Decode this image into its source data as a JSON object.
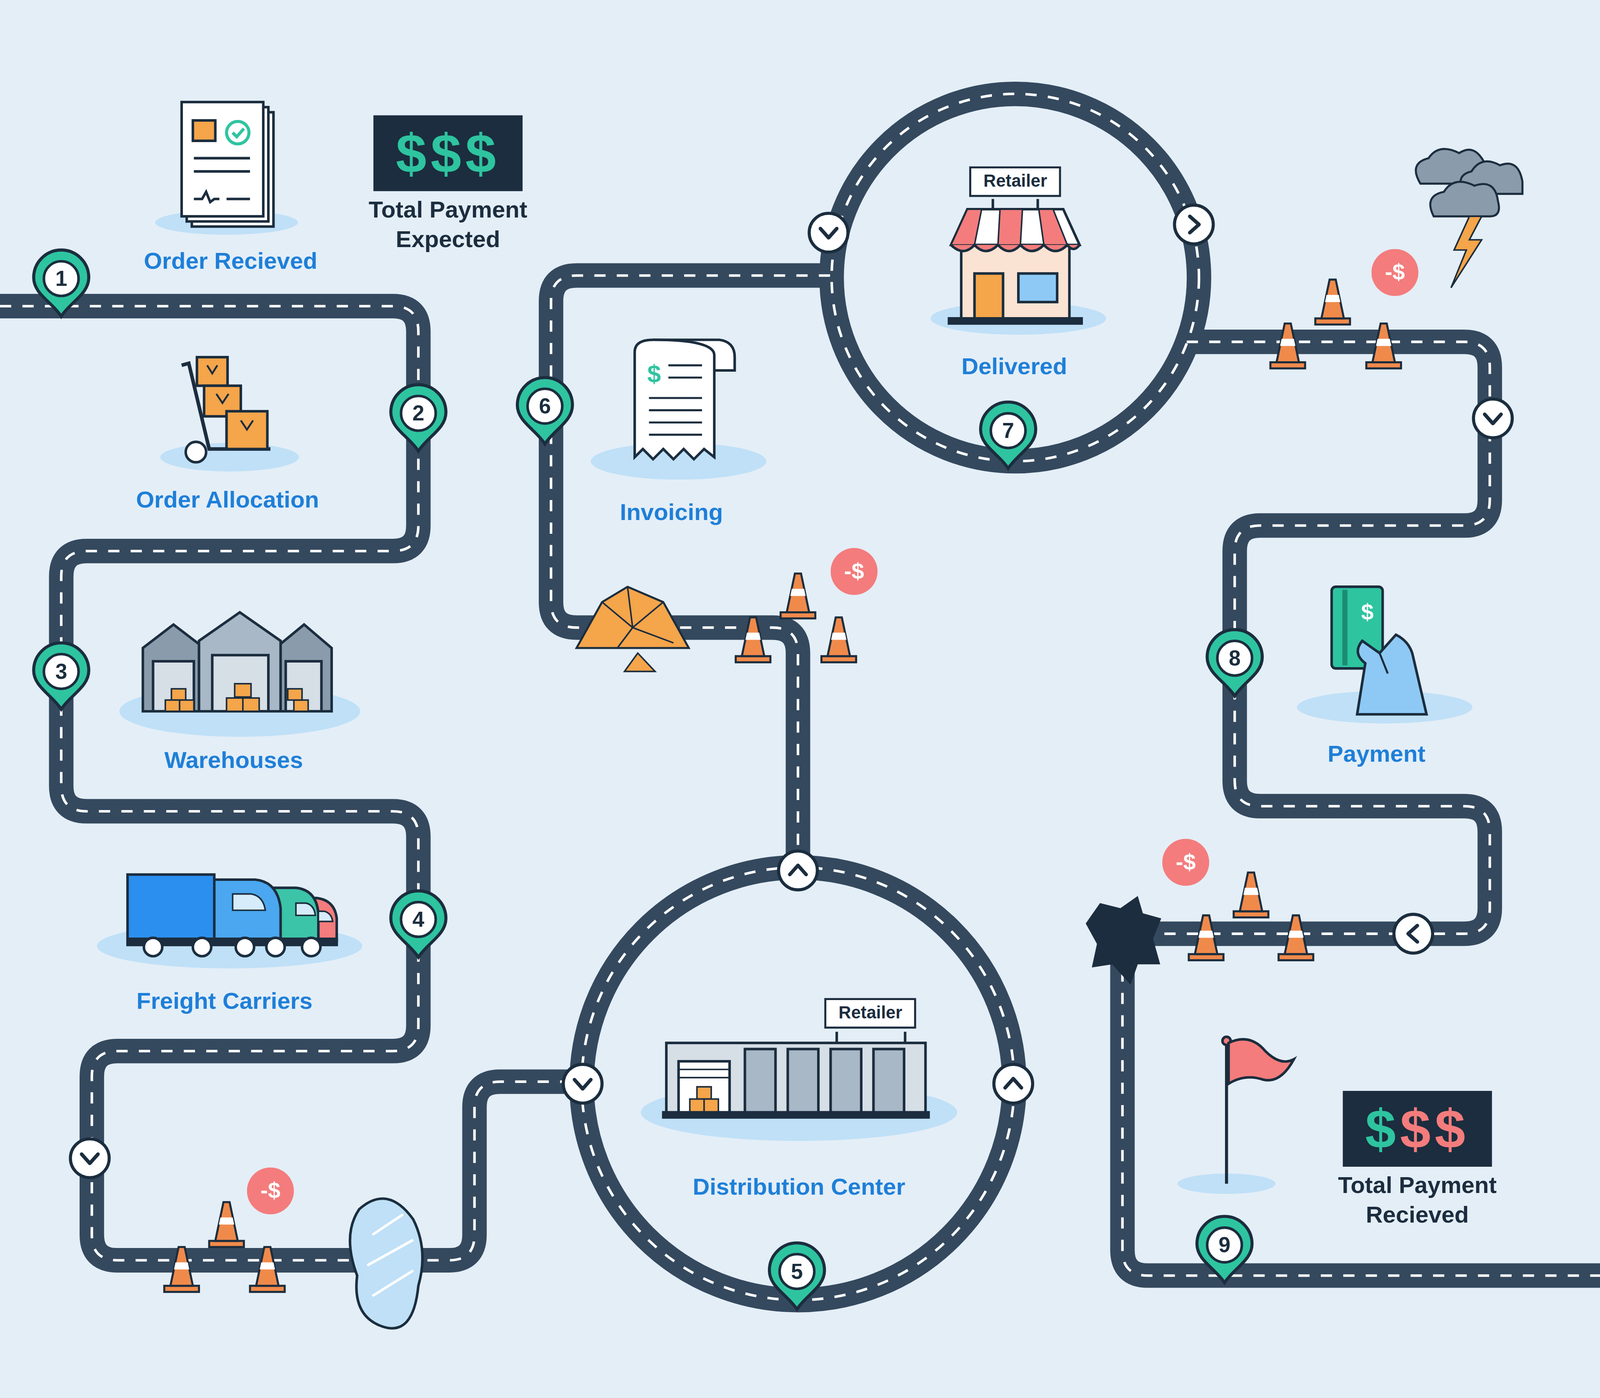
{
  "diagram": {
    "nodes": [
      {
        "text": [
          "$$$",
          "Total Payment Expected"
        ]
      },
      {
        "text": [
          "Retailer"
        ]
      },
      {
        "text": [
          "-$"
        ]
      },
      {
        "text": [
          "-$"
        ]
      },
      {
        "text": [
          "-$"
        ]
      },
      {
        "text": [
          "Retailer"
        ]
      },
      {
        "text": [
          "$$$",
          "Total Payment Recieved"
        ]
      },
      {
        "text": [
          "-$"
        ]
      }
    ],
    "labels": [
      "Order Recieved",
      "Order Allocation",
      "Warehouses",
      "Freight Carriers",
      "Distribution Center",
      "Invoicing",
      "Delivered",
      "Payment",
      "1",
      "2",
      "3",
      "4",
      "5",
      "6",
      "7",
      "8",
      "9"
    ]
  }
}
